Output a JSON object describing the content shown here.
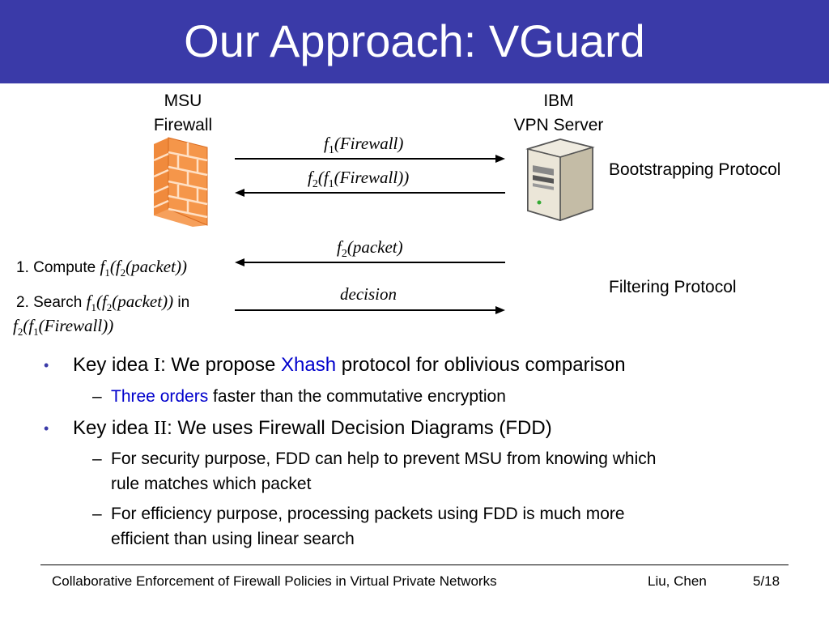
{
  "title": "Our Approach: VGuard",
  "diagram": {
    "left_node": {
      "line1": "MSU",
      "line2": "Firewall"
    },
    "right_node": {
      "line1": "IBM",
      "line2": "VPN Server"
    },
    "icons": {
      "left": "firewall-brick-wall-icon",
      "right": "server-tower-icon"
    },
    "arrows": {
      "f1": "f",
      "f1_sub": "1",
      "f1_arg": "(Firewall)",
      "f2f1_a": "f",
      "f2f1_sub2": "2",
      "f2f1_mid": "(f",
      "f2f1_sub1": "1",
      "f2f1_arg": "(Firewall))",
      "packet_f": "f",
      "packet_sub": "2",
      "packet_arg": "(packet)",
      "decision": "decision"
    },
    "bootstrapping_label": "Bootstrapping Protocol",
    "filtering_label": "Filtering Protocol",
    "steps": {
      "step1_prefix": "1. Compute ",
      "step2_prefix": "2. Search ",
      "step2_in": " in",
      "f": "f",
      "sub1": "1",
      "sub2": "2",
      "open_f": "(f",
      "packet_close": "(packet))",
      "firewall_close": "(Firewall))"
    }
  },
  "bullets": {
    "b1": {
      "prefix": "Key idea ",
      "numeral": "I",
      "middle": ": We propose ",
      "highlight": "Xhash",
      "suffix": " protocol for oblivious comparison"
    },
    "b1_sub": {
      "highlight": "Three orders",
      "suffix": " faster than the commutative encryption"
    },
    "b2": {
      "prefix": "Key idea ",
      "numeral": "II",
      "suffix": ": We uses Firewall Decision Diagrams (FDD)"
    },
    "b2_sub1": {
      "line1": "For security purpose, FDD can help to prevent MSU from knowing which",
      "line2": "rule matches which packet"
    },
    "b2_sub2": {
      "line1": "For efficiency purpose, processing packets using FDD is much more",
      "line2": "efficient than using linear search"
    },
    "bullet_char": "•",
    "dash_char": "–"
  },
  "footer": {
    "title": "Collaborative Enforcement of Firewall Policies in Virtual Private Networks",
    "authors": "Liu, Chen",
    "page": "5/18"
  },
  "colors": {
    "title_bar": "#3a3aa8",
    "accent": "#0000cc",
    "firewall": "#f08a3c",
    "bullet": "#3a3aa8"
  }
}
